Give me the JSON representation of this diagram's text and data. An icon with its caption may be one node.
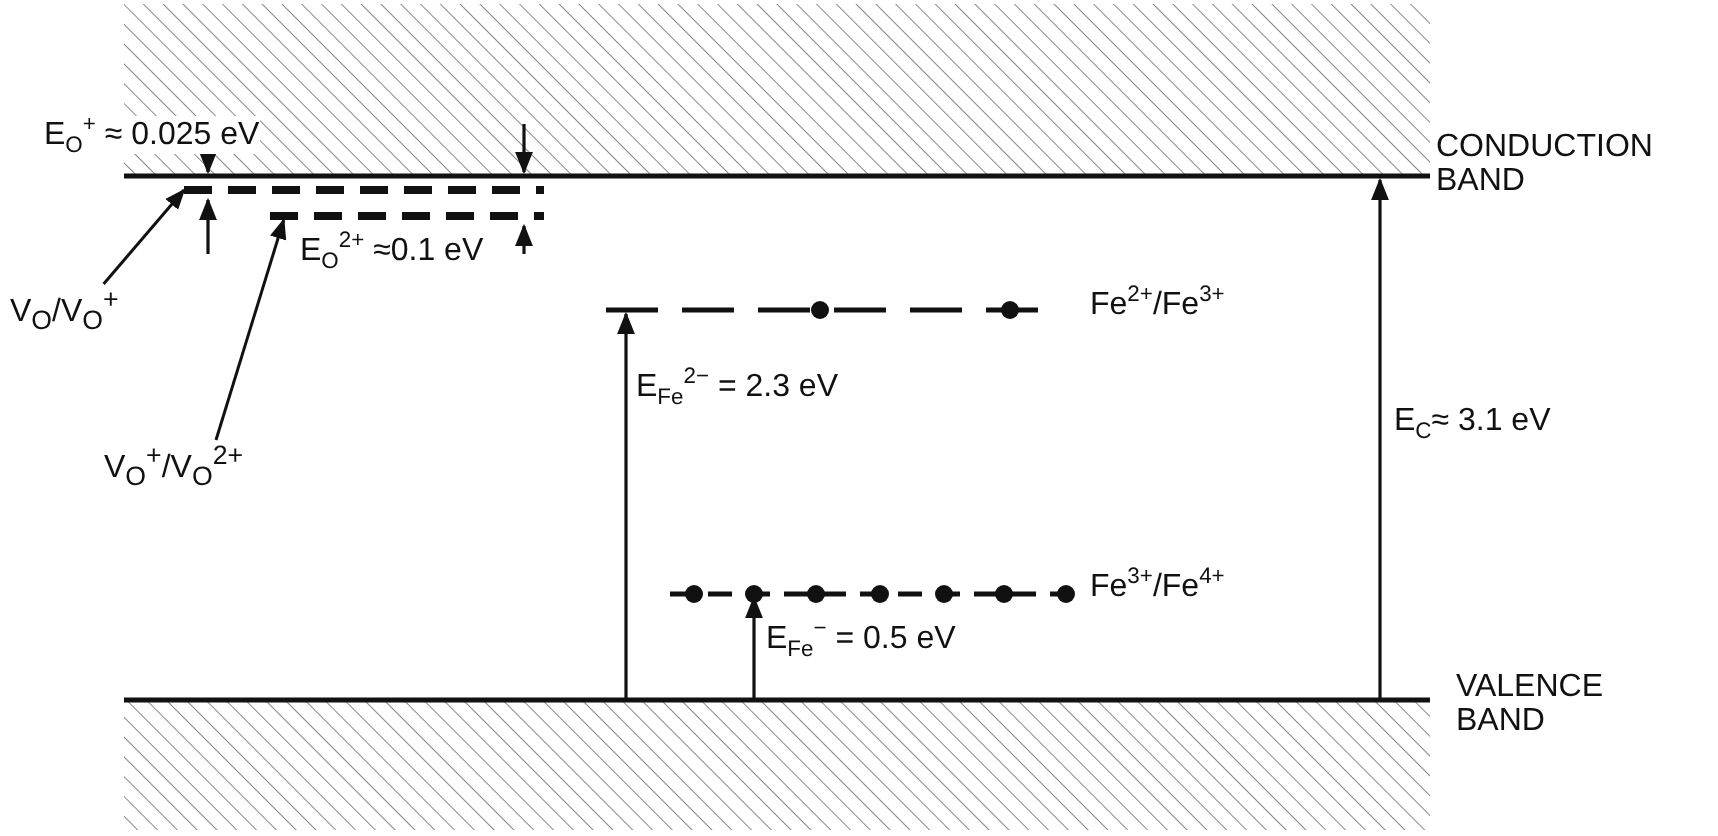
{
  "diagram": {
    "nodes": [
      {
        "text": [
          "V$_{O}$/V$_{O}$$^{+}$"
        ]
      },
      {
        "text": [],
        "shape": "bar"
      },
      {
        "text": [
          "V$_{O}$$^{+}$/V$_{O}$$^{2+}$"
        ]
      },
      {
        "text": [],
        "shape": "bar"
      }
    ],
    "edges": [
      {
        "from": 0,
        "to": 1,
        "arrow": "to"
      },
      {
        "from": 2,
        "to": 3,
        "arrow": "to"
      }
    ],
    "labels": [
      "E$_{O}$$^{+}$ ≈ 0.025 eV",
      "CONDUCTION BAND",
      "E$_{O}$$^{2+}$ ≈0.1 eV",
      "Fe$^{2+}$/Fe$^{3+}$",
      "E$_{Fe}$$^{2−}$ = 2.3 eV",
      "E$_{C}$≈ 3.1 eV",
      "Fe$^{3+}$/Fe$^{4+}$",
      "E$_{Fe}$$^{−}$ = 0.5 eV",
      "VALENCE BAND"
    ]
  }
}
